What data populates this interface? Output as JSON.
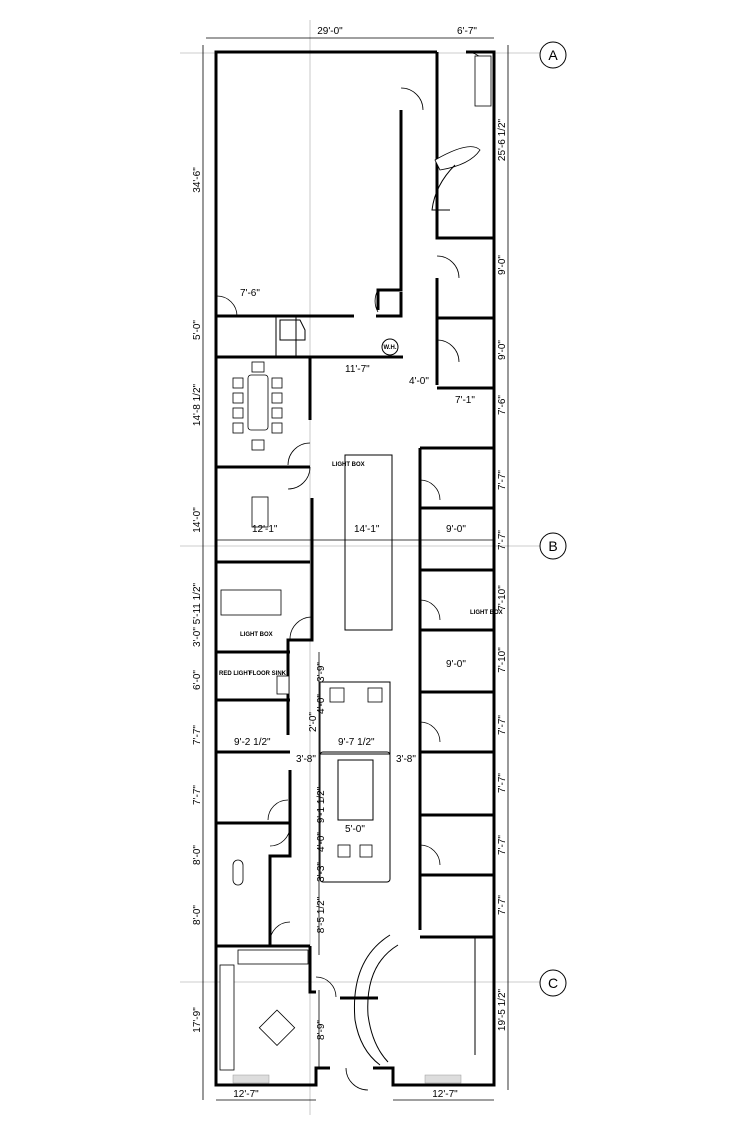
{
  "grid_bubbles": [
    "A",
    "B",
    "C"
  ],
  "dimensions": {
    "top_overall": "29'-0\"",
    "top_entry": "6'-7\"",
    "left": [
      "34'-6\"",
      "5'-0\"",
      "14'-8 1/2\"",
      "14'-0\"",
      "3'-0\" 5'-11 1/2\"",
      "6'-0\"",
      "7'-7\"",
      "7'-7\"",
      "8'-0\"",
      "8'-0\"",
      "17'-9\""
    ],
    "right": [
      "25'-6 1/2\"",
      "9'-0\"",
      "9'-0\"",
      "7'-6\"",
      "7'-7\"",
      "7'-7\"",
      "7'-10\"",
      "7'-10\"",
      "7'-7\"",
      "7'-7\"",
      "7'-7\"",
      "7'-7\"",
      "19'-5 1/2\""
    ],
    "interior": {
      "storage_door": "7'-6\"",
      "corridor_top": "11'-7\"",
      "corridor_width": "4'-0\"",
      "toilet": "7'-1\"",
      "office_left": "12'-1\"",
      "cubicles": "14'-1\"",
      "exam_right_1": "9'-0\"",
      "exam_right_2": "9'-0\"",
      "nurse_3_9": "3'-9\"",
      "nurse_4_0": "4'-0\"",
      "nurse_2_0": "2'-0\"",
      "exam_left": "9'-2 1/2\"",
      "nurse_station": "9'-7 1/2\"",
      "hall_left": "3'-8\"",
      "hall_right": "3'-8\"",
      "counter_len": "9'-1 1/2\"",
      "counter_w": "5'-0\"",
      "counter_4_0": "4'-0\"",
      "counter_3_3": "3'-3\"",
      "lobby_8_5": "8'-5 1/2\"",
      "lobby_8_9": "8'-9\"",
      "front_left": "12'-7\"",
      "front_right": "12'-7\""
    }
  },
  "notes": {
    "light_box": "LIGHT BOX",
    "red_light": "RED LIGHT",
    "floor_sink": "FLOOR SINK",
    "water_heater": "W.H."
  }
}
